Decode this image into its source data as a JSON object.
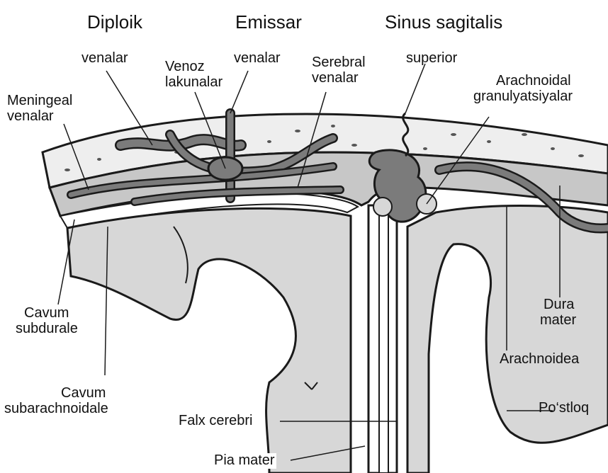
{
  "header": {
    "diploik": "Diploik",
    "emissar": "Emissar",
    "sinus_sagitalis": "Sinus sagitalis"
  },
  "labels": {
    "venalar_left": "venalar",
    "venoz_line1": "Venoz",
    "venoz_line2": "lakunalar",
    "venalar_mid": "venalar",
    "serebral_line1": "Serebral",
    "serebral_line2": "venalar",
    "superior": "superior",
    "arachnoidal_line1": "Arachnoidal",
    "arachnoidal_line2": "granulyatsiyalar",
    "meningeal_line1": "Meningeal",
    "meningeal_line2": "venalar",
    "cavum_subdurale_line1": "Cavum",
    "cavum_subdurale_line2": "subdurale",
    "cavum_subarachnoidale_line1": "Cavum",
    "cavum_subarachnoidale_line2": "subarachnoidale",
    "dura_line1": "Dura",
    "dura_line2": "mater",
    "arachnoidea": "Arachnoidea",
    "postloq": "Po‘stloq",
    "falx_cerebri": "Falx cerebri",
    "pia_mater": "Pia mater"
  },
  "colors": {
    "bone": "#eeeeee",
    "cortex": "#d7d7d7",
    "dura": "#c7c7c7",
    "vein": "#7b7b7b",
    "outline": "#1a1a1a"
  }
}
